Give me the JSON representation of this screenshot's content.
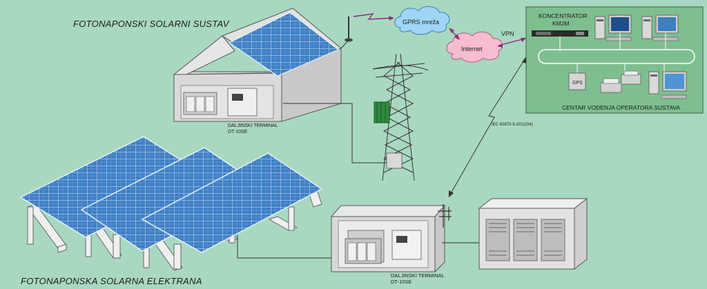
{
  "titles": {
    "system": "FOTONAPONSKI SOLARNI SUSTAV",
    "plant": "FOTONAPONSKA SOLARNA ELEKTRANA"
  },
  "network": {
    "gprs": "GPRS mreža",
    "internet": "Internet",
    "vpn": "VPN",
    "protocol": "IEC 60870-5-101(104)"
  },
  "control_center": {
    "concentrator_line1": "KONCENTRATOR",
    "concentrator_line2": "KM2M",
    "gps": "GPS",
    "caption": "CENTAR VOĐENJA OPERATORA SUSTAVA"
  },
  "terminal_house": {
    "line1": "DALJINSKI TERMINAL",
    "line2": "DT-10SE"
  },
  "terminal_plant": {
    "line1": "DALJINSKI TERMINAL",
    "line2": "DT-10SE"
  },
  "colors": {
    "background": "#a9d8c0",
    "panel": "#3f7fc6",
    "control_center": "#7fbf8f",
    "cloud_gprs": "#9fd6f5",
    "cloud_internet": "#f6bcd0",
    "transformer": "#2e8a3e",
    "link": "#8a2a7a"
  }
}
